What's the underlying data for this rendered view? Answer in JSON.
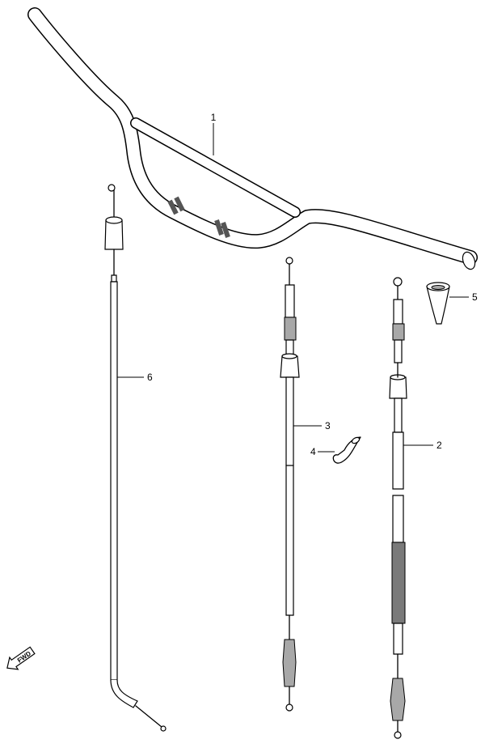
{
  "parts": [
    {
      "ref": "1",
      "name": "handlebar"
    },
    {
      "ref": "2",
      "name": "clutch-cable"
    },
    {
      "ref": "3",
      "name": "front-brake-cable"
    },
    {
      "ref": "4",
      "name": "cable-clamp"
    },
    {
      "ref": "5",
      "name": "cable-boot"
    },
    {
      "ref": "6",
      "name": "throttle-cable"
    }
  ],
  "fwd_label": "FWD"
}
